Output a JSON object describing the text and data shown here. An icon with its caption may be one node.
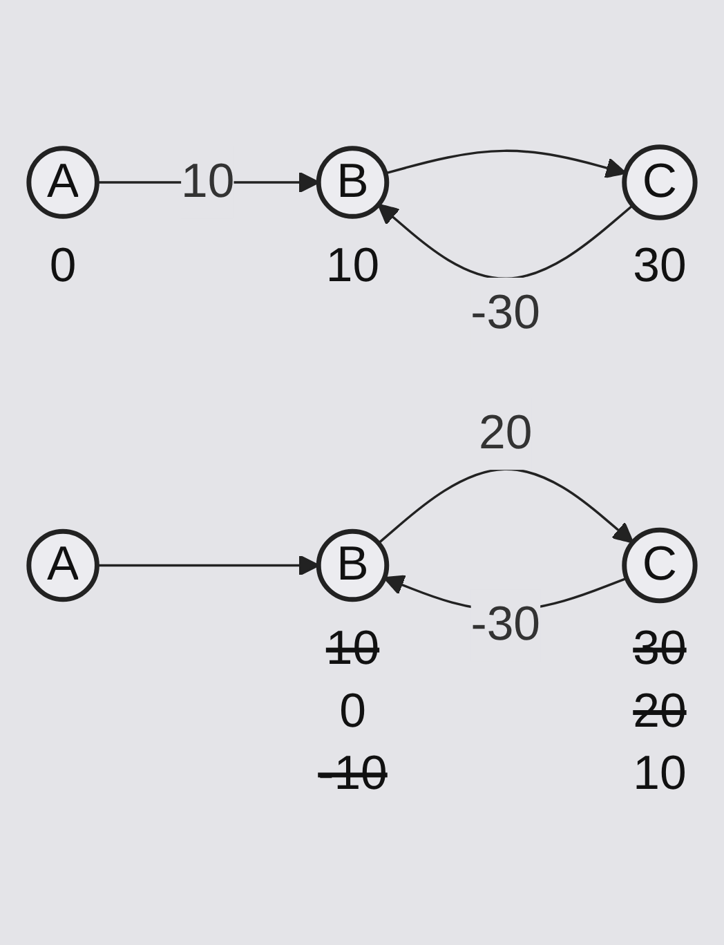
{
  "diagram": {
    "nodes": [
      {
        "text": [
          "A"
        ],
        "beside": [
          "0"
        ]
      },
      {
        "text": [
          "B"
        ],
        "beside": [
          "10"
        ]
      },
      {
        "text": [
          "C"
        ],
        "beside": [
          "30"
        ]
      },
      {
        "text": [
          "A"
        ]
      },
      {
        "text": [
          "B"
        ],
        "beside": [
          "10",
          "0",
          "-10"
        ]
      },
      {
        "text": [
          "C"
        ],
        "beside": [
          "30",
          "20",
          "10"
        ]
      }
    ],
    "edges": [
      {
        "from": 0,
        "to": 1,
        "arrow": "to",
        "label": "10"
      },
      {
        "from": 1,
        "to": 2,
        "arrow": "to"
      },
      {
        "from": 2,
        "to": 1,
        "arrow": "to",
        "label": "-30"
      },
      {
        "from": 3,
        "to": 4,
        "arrow": "to"
      },
      {
        "from": 4,
        "to": 5,
        "arrow": "to",
        "label": "20"
      },
      {
        "from": 5,
        "to": 4,
        "arrow": "to",
        "label": "-30"
      }
    ]
  }
}
